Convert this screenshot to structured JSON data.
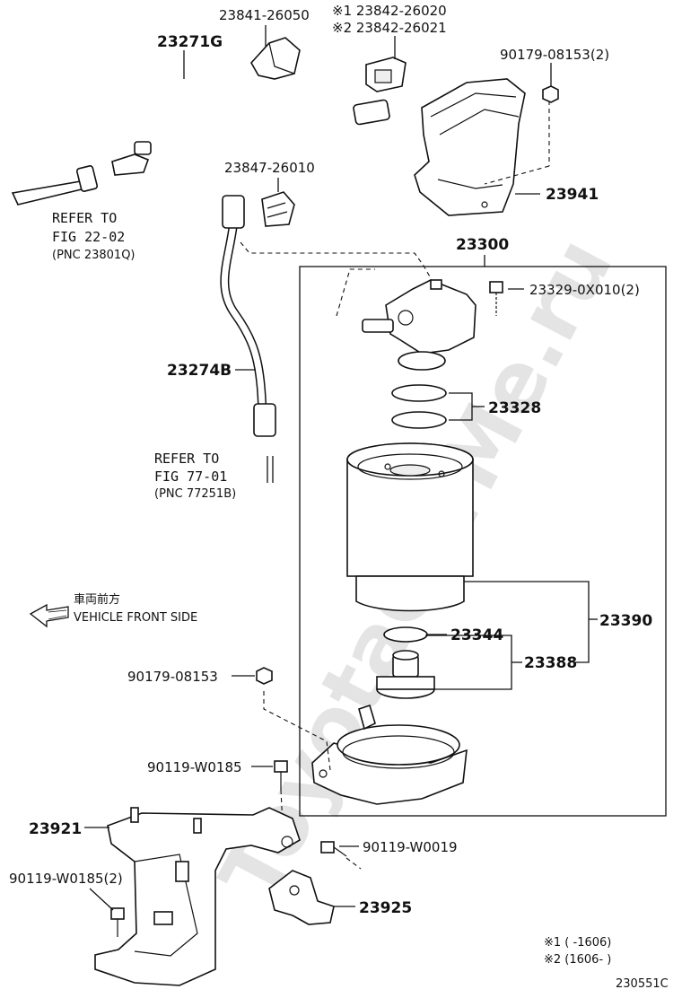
{
  "watermark": "ToyotaCarMe.ru",
  "figure_code": "230551C",
  "direction": {
    "jp": "車両前方",
    "en": "VEHICLE FRONT SIDE"
  },
  "refs": {
    "fig22": {
      "line1": "REFER TO",
      "line2": "FIG 22-02",
      "line3": "(PNC 23801Q)"
    },
    "fig77": {
      "line1": "REFER TO",
      "line2": "FIG 77-01",
      "line3": "(PNC 77251B)"
    }
  },
  "parts": {
    "p23841": "23841-26050",
    "p23842a": "※1 23842-26020",
    "p23842b": "※2 23842-26021",
    "p23271g": "23271G",
    "p90179_2": "90179-08153(2)",
    "p23941": "23941",
    "p23847": "23847-26010",
    "p23300": "23300",
    "p23329": "23329-0X010(2)",
    "p23274b": "23274B",
    "p23328": "23328",
    "p23390": "23390",
    "p23344": "23344",
    "p23388": "23388",
    "p90179": "90179-08153",
    "p90119w0185": "90119-W0185",
    "p23921": "23921",
    "p90119w0019": "90119-W0019",
    "p90119w0185_2": "90119-W0185(2)",
    "p23925": "23925"
  },
  "notes": {
    "n1": "※1 (      -1606)",
    "n2": "※2 (1606-      )"
  }
}
